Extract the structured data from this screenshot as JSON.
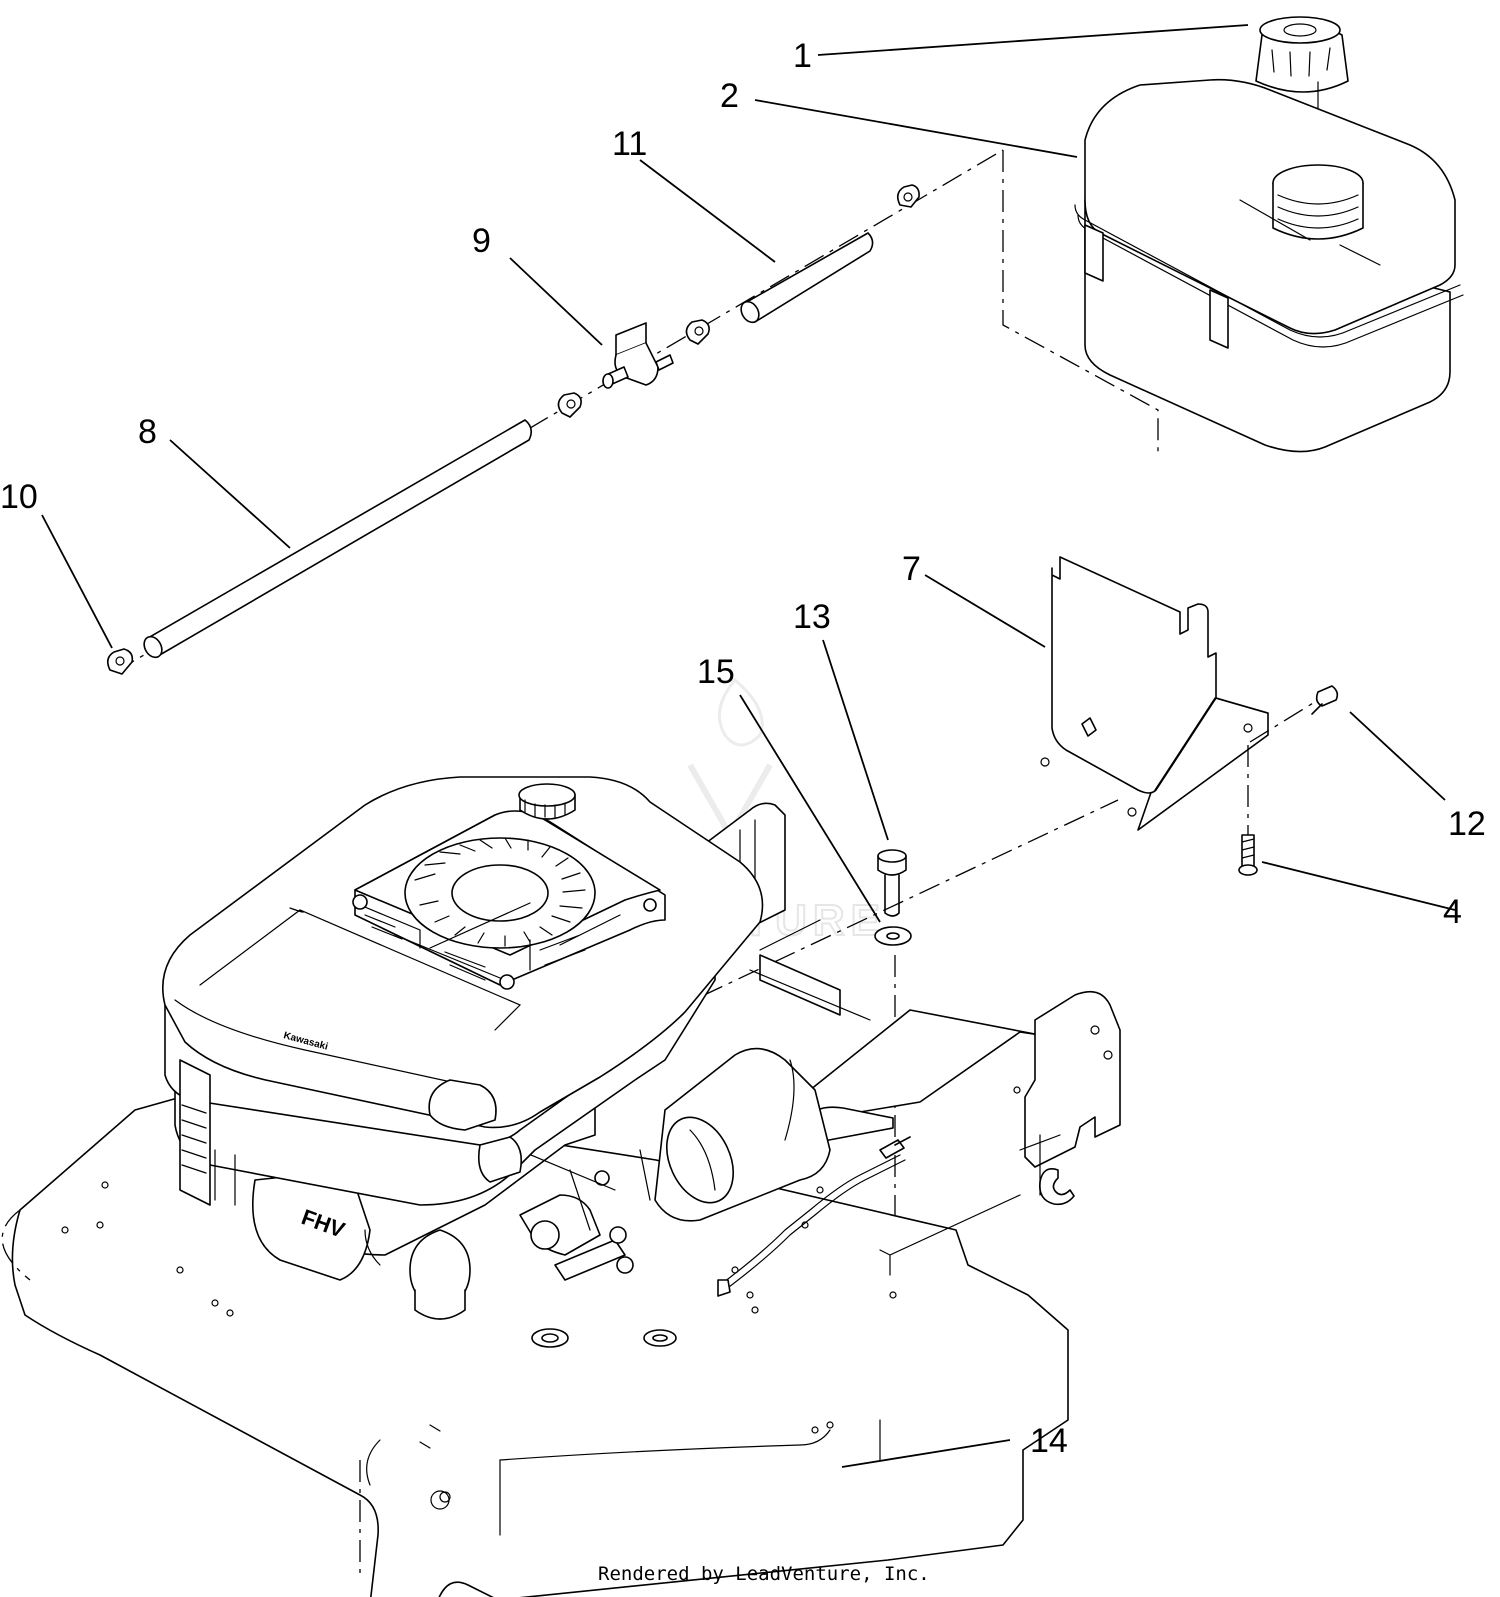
{
  "diagram": {
    "callouts": [
      {
        "id": "1",
        "label": "1"
      },
      {
        "id": "2",
        "label": "2"
      },
      {
        "id": "4",
        "label": "4"
      },
      {
        "id": "7",
        "label": "7"
      },
      {
        "id": "8",
        "label": "8"
      },
      {
        "id": "9",
        "label": "9"
      },
      {
        "id": "10",
        "label": "10"
      },
      {
        "id": "11",
        "label": "11"
      },
      {
        "id": "12",
        "label": "12"
      },
      {
        "id": "13",
        "label": "13"
      },
      {
        "id": "14",
        "label": "14"
      },
      {
        "id": "15",
        "label": "15"
      }
    ],
    "engine_brand": "Kawasaki",
    "engine_mark": "FHV",
    "watermark": "LEADVENTURE",
    "footer": "Rendered by LeadVenture, Inc."
  }
}
